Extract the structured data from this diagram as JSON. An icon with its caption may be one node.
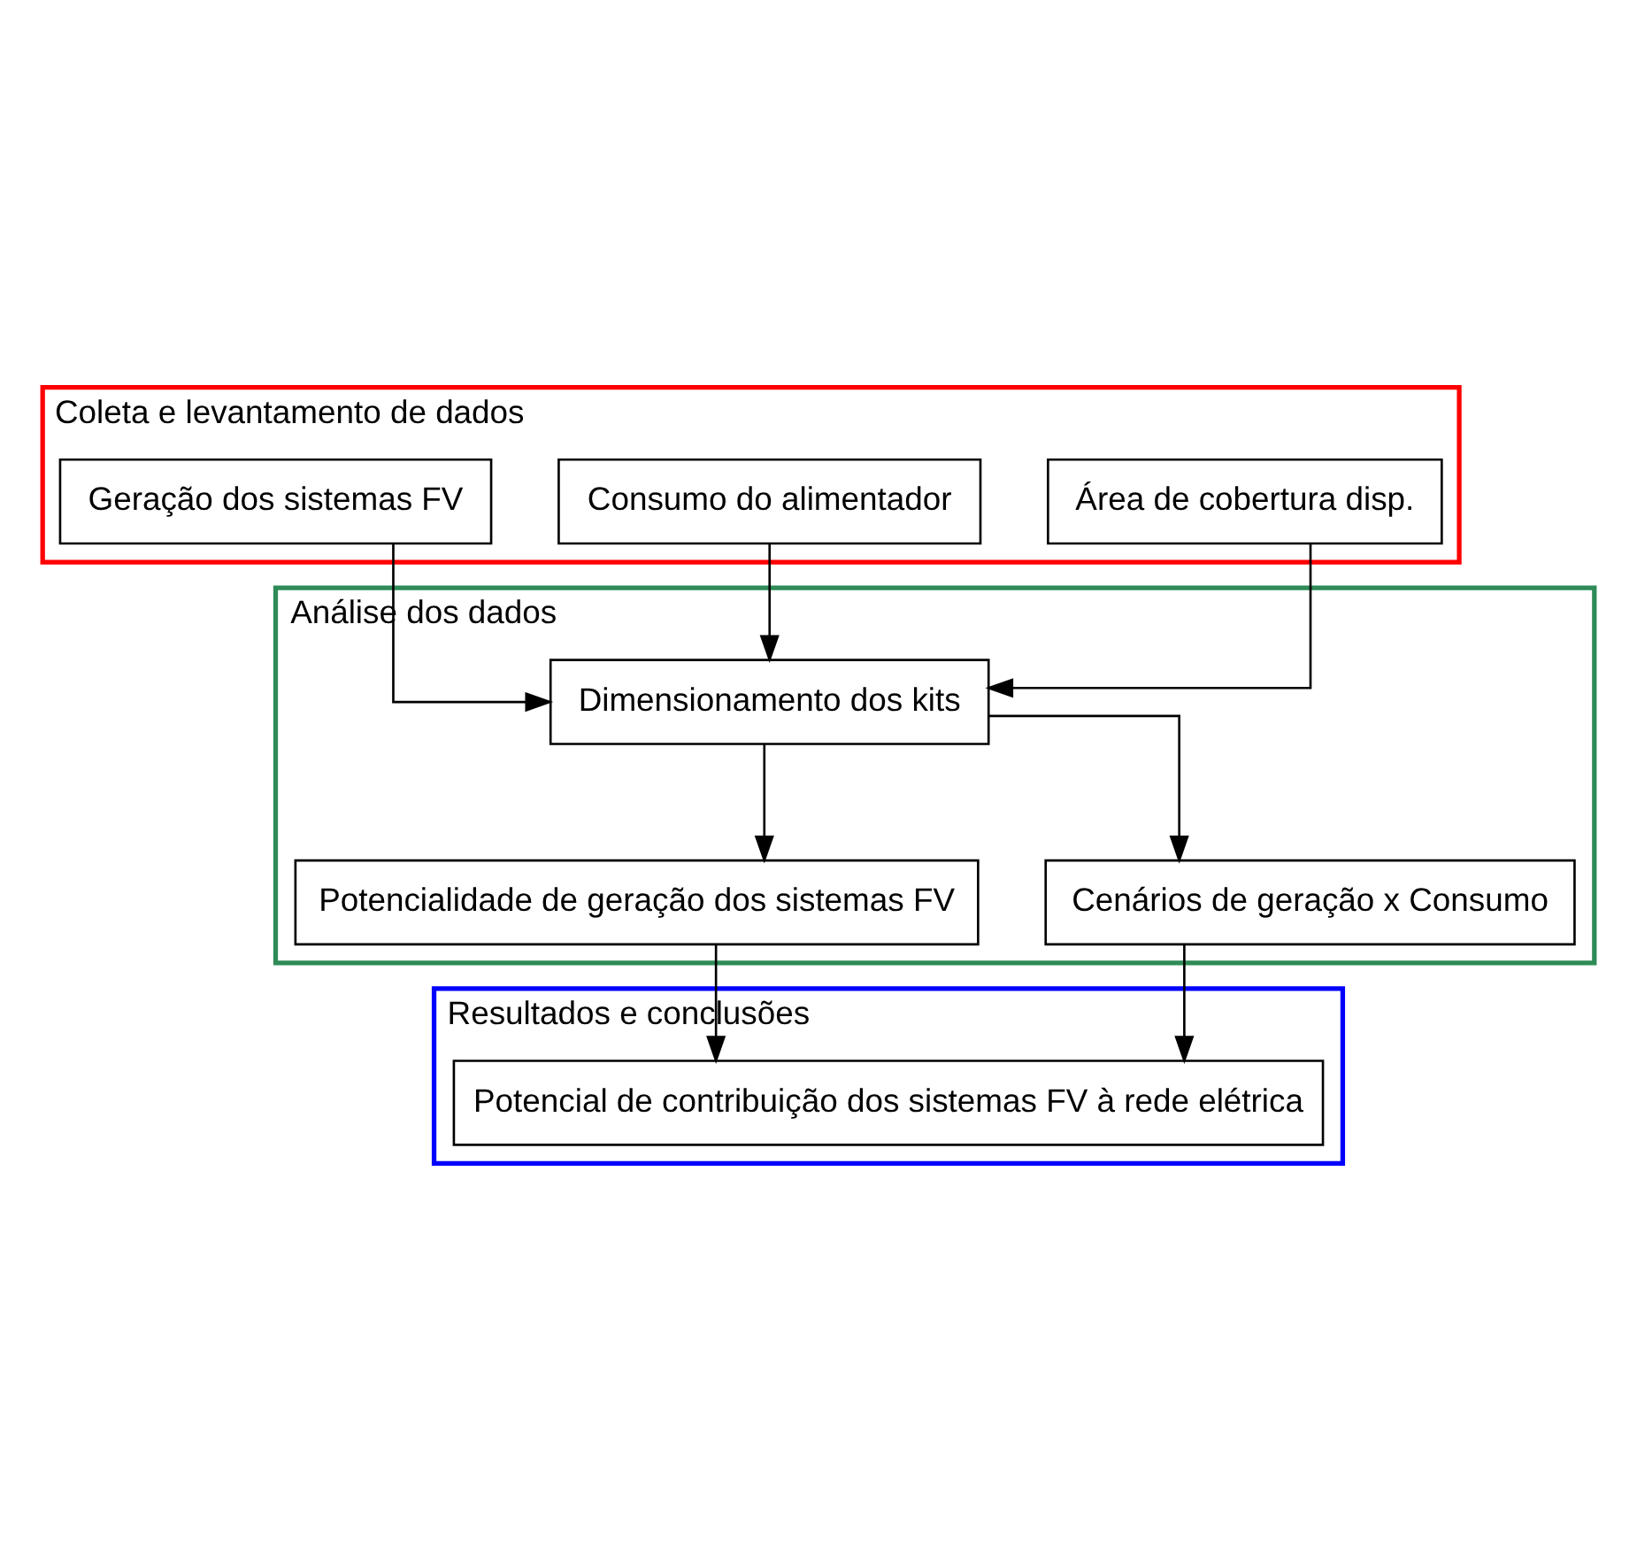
{
  "diagram": {
    "nodes": [
      {
        "text": [
          "Coleta e levantamento de dados"
        ]
      },
      {
        "text": [
          "Geração dos sistemas FV"
        ],
        "in": 0
      },
      {
        "text": [
          "Consumo do alimentador"
        ],
        "in": 0
      },
      {
        "text": [
          "Área de cobertura disp."
        ],
        "in": 0
      },
      {
        "text": [
          "Análise dos dados"
        ]
      },
      {
        "text": [
          "Dimensionamento dos kits"
        ],
        "in": 4
      },
      {
        "text": [
          "Potencialidade de geração dos sistemas FV"
        ],
        "in": 4
      },
      {
        "text": [
          "Cenários de geração x Consumo"
        ],
        "in": 4
      },
      {
        "text": [
          "Resultados e conclusões"
        ]
      },
      {
        "text": [
          "Potencial de contribuição dos sistemas FV à rede elétrica"
        ],
        "in": 8
      }
    ],
    "edges": [
      {
        "from": 1,
        "to": 5,
        "arrow": "to"
      },
      {
        "from": 2,
        "to": 5,
        "arrow": "to"
      },
      {
        "from": 3,
        "to": 5,
        "arrow": "to"
      },
      {
        "from": 5,
        "to": 6,
        "arrow": "to"
      },
      {
        "from": 5,
        "to": 7,
        "arrow": "to"
      },
      {
        "from": 6,
        "to": 9,
        "arrow": "to"
      },
      {
        "from": 7,
        "to": 9,
        "arrow": "to"
      }
    ]
  }
}
